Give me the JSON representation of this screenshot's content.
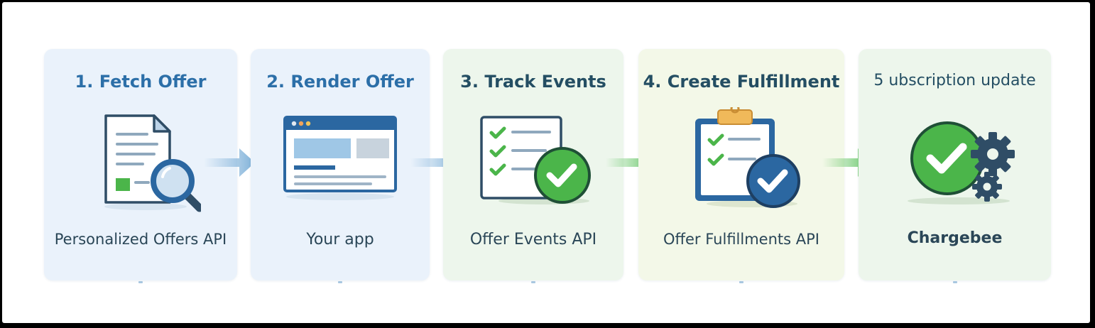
{
  "steps": [
    {
      "title": "1. Fetch Offer",
      "subtitle": "Personalized Offers API",
      "icon": "document-search-icon"
    },
    {
      "title": "2. Render Offer",
      "subtitle": "Your app",
      "icon": "browser-window-icon"
    },
    {
      "title": "3. Track Events",
      "subtitle": "Offer Events API",
      "icon": "checklist-check-icon"
    },
    {
      "title": "4. Create Fulfillment",
      "subtitle": "Offer Fulfillments API",
      "icon": "clipboard-check-icon"
    },
    {
      "title": "5 ubscription update",
      "subtitle": "Chargebee",
      "icon": "check-gears-icon"
    }
  ],
  "colors": {
    "blue_title": "#2c6fa8",
    "teal_title": "#244e63",
    "dark_text": "#2a4657",
    "check_green": "#4bb54a",
    "check_blue": "#2b67a1",
    "arrow_blue": "#7fb1d9",
    "arrow_green": "#5fc35f"
  }
}
